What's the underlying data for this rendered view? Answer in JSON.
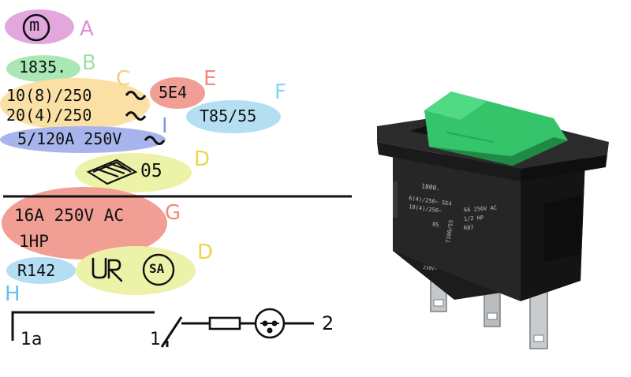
{
  "colors": {
    "pink": "#e2a7dd",
    "green": "#a9e8b4",
    "orange": "#fbe0a6",
    "red": "#f19e95",
    "cyan": "#b4def2",
    "blue": "#a8b4ec",
    "yellow": "#ecf2a8",
    "letter_pink": "#de8ed7",
    "letter_green": "#9fdfa7",
    "letter_orange": "#f1d07a",
    "letter_red": "#ef8a7d",
    "letter_cyan": "#82d6f3",
    "letter_blue": "#8095df",
    "letter_yellow": "#ecd64c",
    "letter_cyan2": "#5fc3ee",
    "switch_green": "#35c46a"
  },
  "legend_letters": {
    "a": "A",
    "b": "B",
    "c": "C",
    "d1": "D",
    "e": "E",
    "f": "F",
    "g": "G",
    "d2": "D",
    "h": "H",
    "i": "I"
  },
  "markings": {
    "code": "1835.",
    "rating1": "10(8)/250",
    "rating2": "20(4)/250",
    "rating3": "5/120A 250V",
    "endurance": "5E4",
    "temperature": "T85/55",
    "enec_number": "05",
    "ul_rating_line1": "16A 250V AC",
    "ul_rating_line2": "1HP",
    "ul_file": "R142",
    "ac_symbol": "~",
    "manufacturer_symbol": "m",
    "csa_symbol": "SA"
  },
  "circuit": {
    "contact_label": "1a",
    "terminal_1": "1",
    "terminal_2": "2"
  },
  "photo": {
    "code": "1800.",
    "line1": "6(4)/250~ 5E4",
    "line2": "10(4)/250~",
    "enec": "05",
    "side": "T100/55",
    "rating1": "6A 250V AC",
    "rating2": "1/2 HP",
    "rating3": "R87",
    "rating4": "230V~"
  }
}
